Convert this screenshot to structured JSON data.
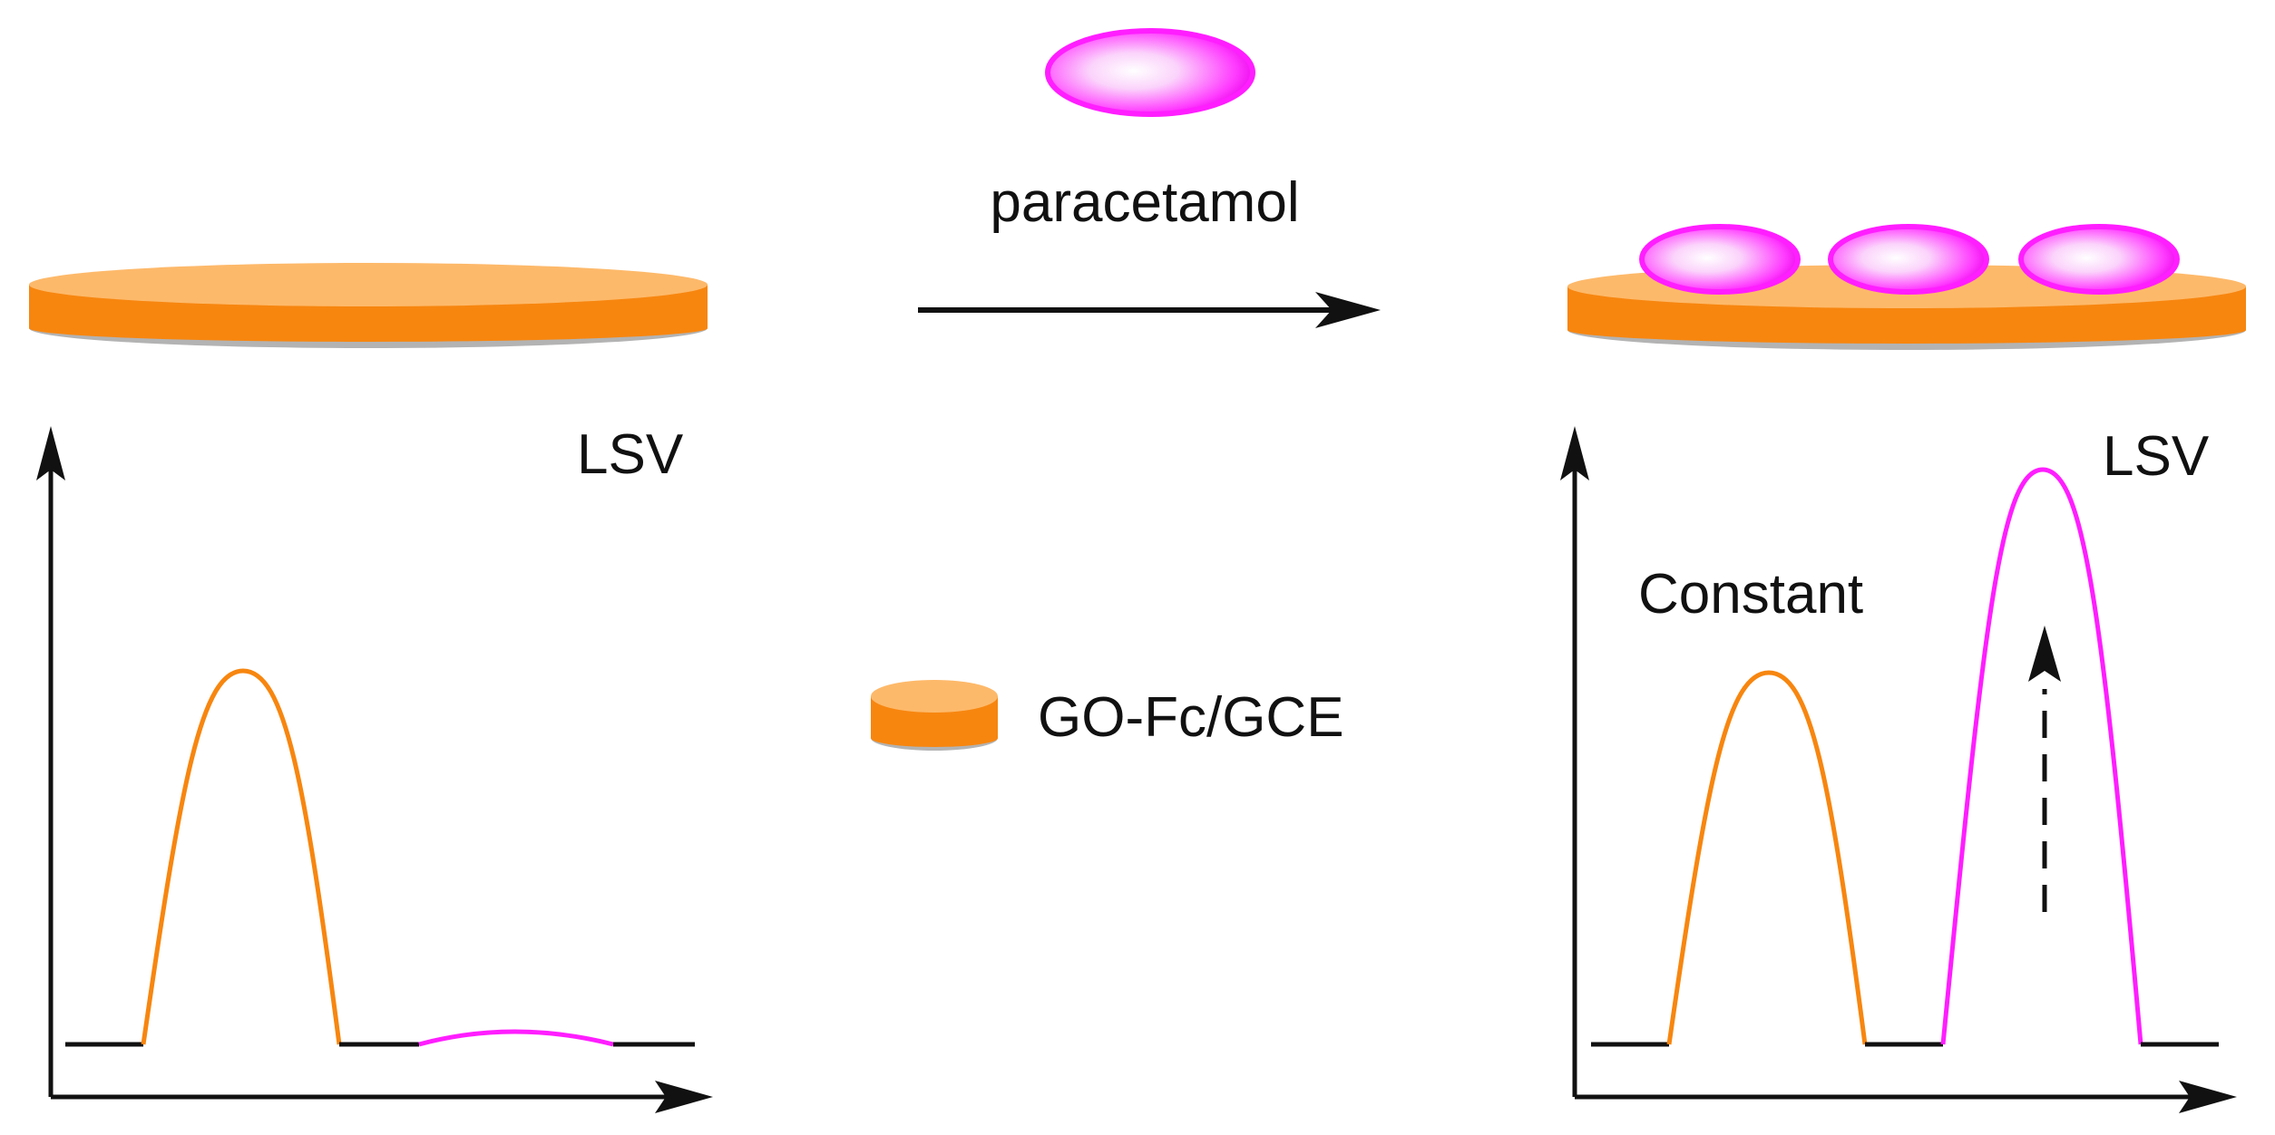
{
  "labels": {
    "reagent": "paracetamol",
    "lsv_left": "LSV",
    "lsv_right": "LSV",
    "constant": "Constant",
    "legend": "GO-Fc/GCE"
  },
  "colors": {
    "electrode_top": "#FDB96A",
    "electrode_side": "#F7860F",
    "electrode_shadow": "#B3B3B3",
    "ferrocene_peak": "#F7860F",
    "paracetamol_peak": "#FF1EFF",
    "axis": "#111111"
  },
  "icons": {
    "paracetamol_molecule": "magenta-ellipsoid",
    "electrode": "orange-disc",
    "reaction_arrow": "arrow-right",
    "increase_arrow": "dashed-arrow-up"
  },
  "panels": {
    "left": {
      "state": "before adsorption",
      "ferrocene_peak": "present",
      "paracetamol_peak": "small"
    },
    "right": {
      "state": "after adsorption",
      "ferrocene_peak": "constant",
      "paracetamol_peak": "increased"
    }
  }
}
